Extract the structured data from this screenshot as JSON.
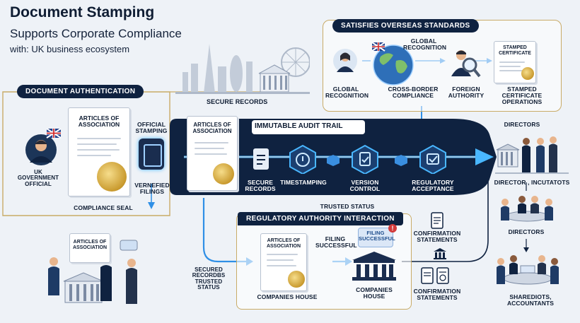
{
  "title": {
    "line1": "Document Stamping",
    "line2": "Supports Corporate Compliance",
    "line3": "with: UK business ecosystem"
  },
  "overseas": {
    "header": "SATISFIES OVERSEAS STANDARDS",
    "global_recognition_left": "GLOBAL RECOGNITION",
    "global_recognition_top": "GLOBAL RECOGNITION",
    "cross_border": "CROSS-BORDER COMPLIANCE",
    "foreign_authority": "FOREIGN AUTHORITY",
    "stamped_certificate_doc": "STAMPED CERTIFICATE",
    "stamped_certificate_ops": "STAMPED CERTIFICATE OPERATIONS"
  },
  "authentication": {
    "header": "DOCUMENT AUTHENTICATION",
    "official": "UK GOVERNMENT OFFICIAL",
    "doc_title": "ARTICLES OF ASSOCIATION",
    "compliance_seal": "COMPLIANCE SEAL",
    "official_stamping": "OFFICIAL STAMPING",
    "verified_filings": "VERNEFIED FILINGS"
  },
  "secure_records_top": "SECURE RECORDS",
  "audit": {
    "doc_title": "ARTICLES OF ASSOCIATION",
    "header": "IMMUTABLE AUDIT TRAIL",
    "steps": [
      "SECURE RECORDS",
      "TIMESTAMPING",
      "VERSION CONTROL",
      "REGULATORY ACCEPTANCE"
    ]
  },
  "trusted_status": "TRUSTED STATUS",
  "regulatory": {
    "header": "REGULATORY AUTHORITY INTERACTION",
    "doc_title": "ARTICLES OF ASSOCIATION",
    "companies_house_left": "COMPANIES HOUSE",
    "filing_successful": "FILING SUCCESSFUL",
    "badge": "FILING SUCCESSFUL",
    "badge_alert": "!",
    "companies_house_right": "COMPANIES HOUSE"
  },
  "left_bottom": {
    "doc_title": "ARTICLES OF ASSOCIATION",
    "secured": "SECURED RECORDBS TRUSTED STATUS"
  },
  "confirmation": {
    "top": "CONFIRMATION STATEMENTS",
    "bottom": "CONFIRMATION STATEMENTS"
  },
  "right": {
    "directors_top": "DIRECTORS",
    "director_incutatots": "DIRECTOR , INCUTATOTS",
    "directors_mid": "DIRECTORS",
    "shareholders": "SHAREDIOTS, ACCOUNTANTS"
  },
  "colors": {
    "navy": "#0f2240",
    "gold": "#c9ab67",
    "arrow_blue": "#2f8fe6",
    "glow": "#49b7ff"
  }
}
